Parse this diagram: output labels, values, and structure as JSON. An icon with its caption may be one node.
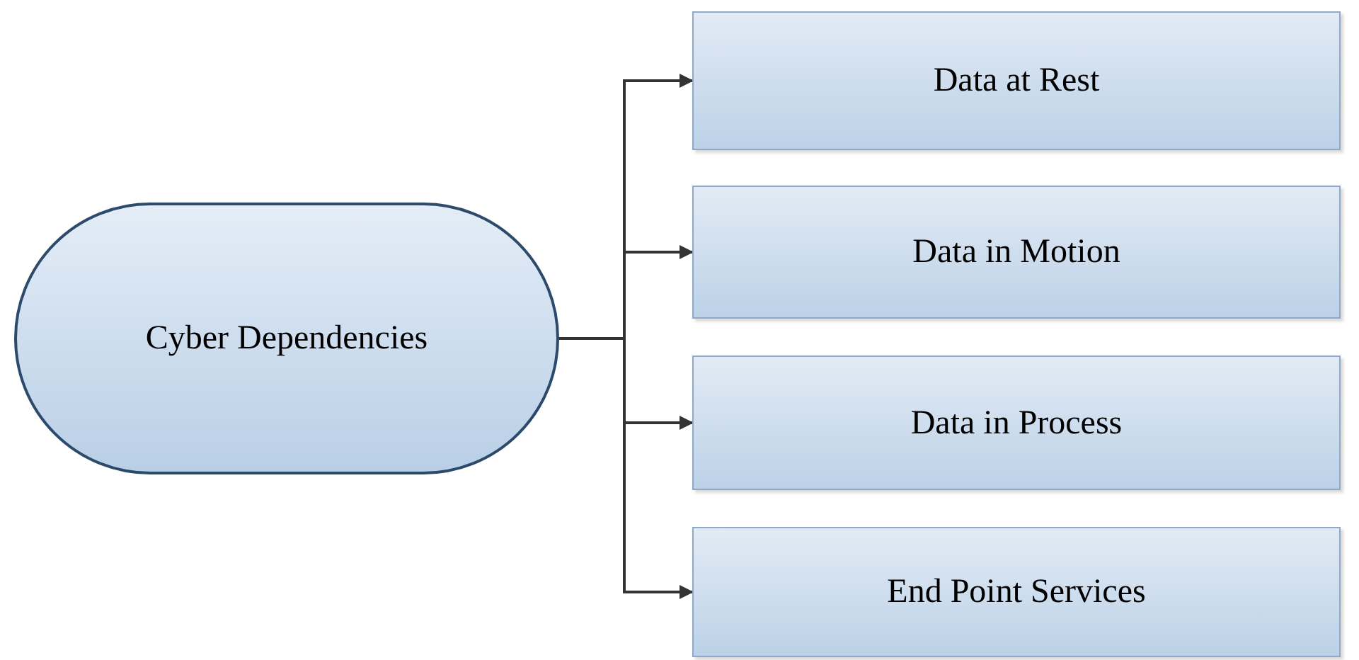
{
  "diagram": {
    "nodes": [
      {
        "text": [
          "Cyber Dependencies"
        ]
      },
      {
        "text": [
          "Data at Rest"
        ]
      },
      {
        "text": [
          "Data in Motion"
        ]
      },
      {
        "text": [
          "Data in Process"
        ]
      },
      {
        "text": [
          "End Point Services"
        ]
      }
    ],
    "edges": [
      {
        "from": 0,
        "to": 1,
        "arrow": "to"
      },
      {
        "from": 0,
        "to": 2,
        "arrow": "to"
      },
      {
        "from": 0,
        "to": 3,
        "arrow": "to"
      },
      {
        "from": 0,
        "to": 4,
        "arrow": "to"
      }
    ]
  }
}
